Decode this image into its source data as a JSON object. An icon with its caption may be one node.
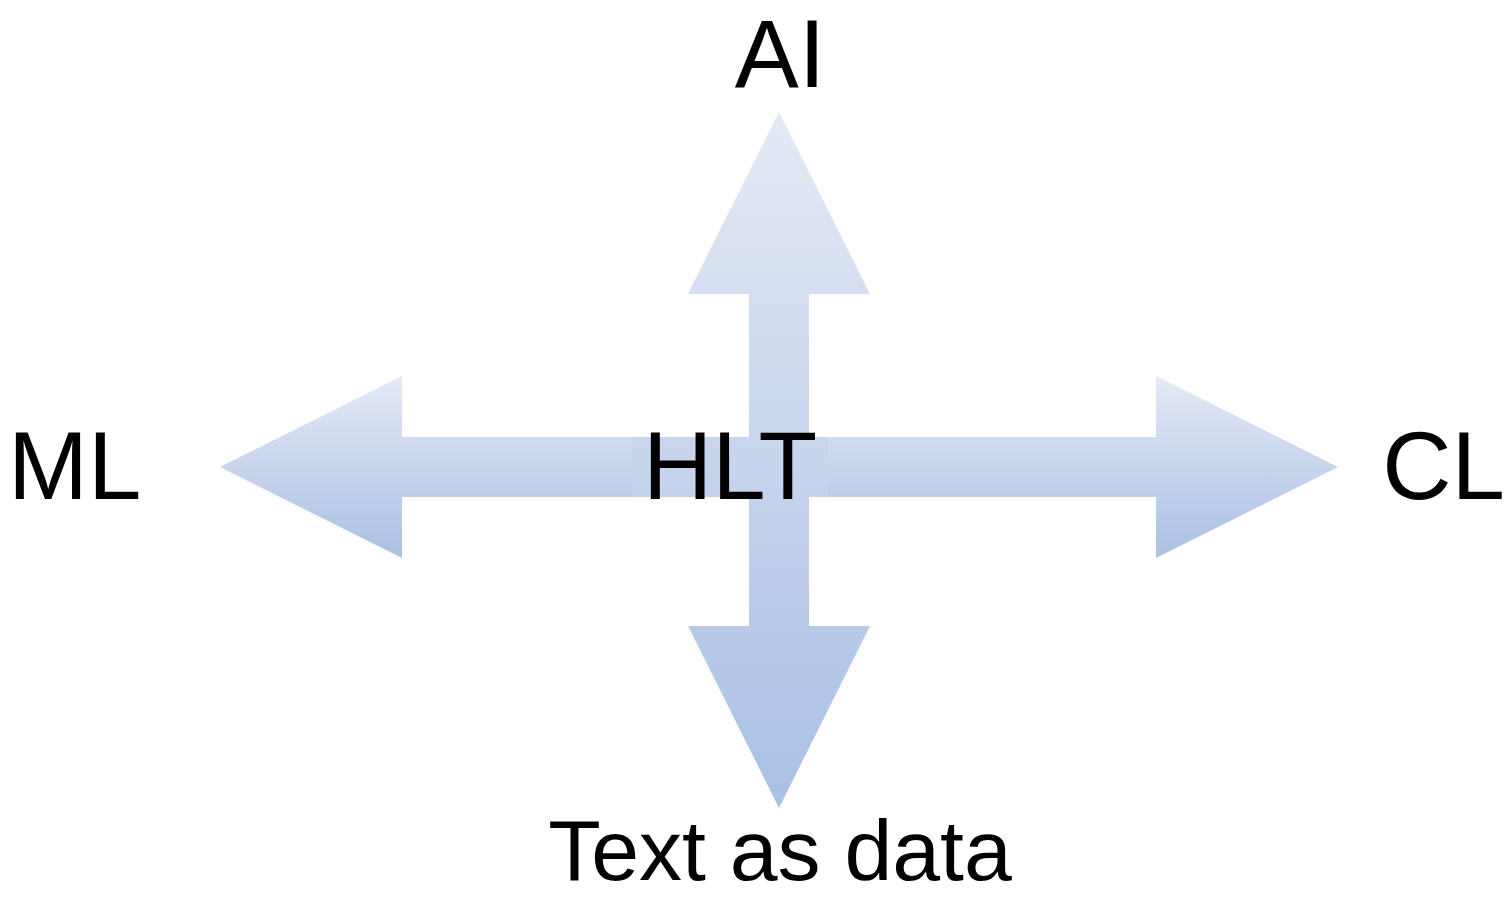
{
  "diagram": {
    "nodes": [
      {
        "text": [
          "HLT"
        ]
      },
      {
        "text": [
          "AI"
        ]
      },
      {
        "text": [
          "ML"
        ]
      },
      {
        "text": [
          "CL"
        ]
      },
      {
        "text": [
          "Text as data"
        ]
      }
    ],
    "edges": [
      {
        "from": 0,
        "to": 1,
        "arrow": "to"
      },
      {
        "from": 0,
        "to": 2,
        "arrow": "to"
      },
      {
        "from": 0,
        "to": 3,
        "arrow": "to"
      },
      {
        "from": 0,
        "to": 4,
        "arrow": "to"
      }
    ]
  }
}
